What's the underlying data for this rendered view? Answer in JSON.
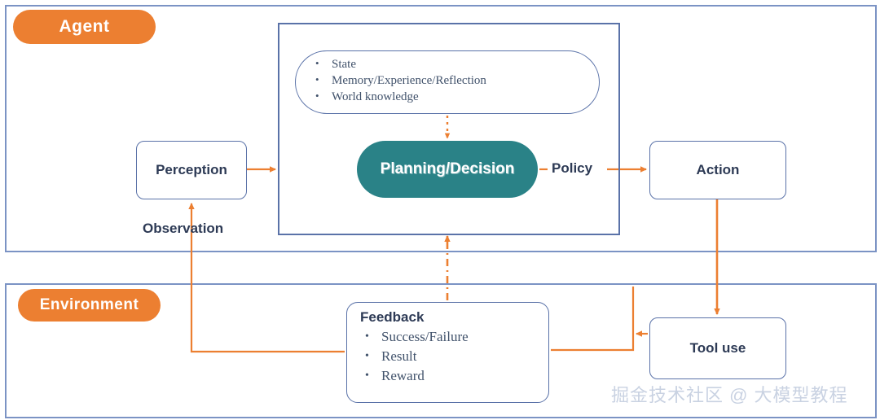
{
  "diagram": {
    "title": "Agent-Environment interaction loop",
    "colors": {
      "orange": "#EC7F31",
      "teal": "#2A8287",
      "frame_blue": "#7b93c4",
      "box_blue": "#5a72a8",
      "text_navy": "#2d3a55",
      "watermark_grey": "#c9d2e2"
    },
    "agent": {
      "pill_label": "Agent",
      "memory_capsule": {
        "items": [
          "State",
          "Memory/Experience/Reflection",
          "World knowledge"
        ]
      },
      "planning_label": "Planning/Decision",
      "perception_label": "Perception",
      "action_label": "Action",
      "policy_label": "Policy",
      "observation_label": "Observation"
    },
    "environment": {
      "pill_label": "Environment",
      "tool_use_label": "Tool use",
      "feedback": {
        "title": "Feedback",
        "items": [
          "Success/Failure",
          "Result",
          "Reward"
        ]
      }
    },
    "watermark": "掘金技术社区 @ 大模型教程",
    "edges": [
      {
        "from": "Perception",
        "to": "Agent inner box",
        "style": "solid-arrow",
        "label": ""
      },
      {
        "from": "Memory capsule",
        "to": "Planning/Decision",
        "style": "dotted-arrow",
        "label": ""
      },
      {
        "from": "Planning/Decision",
        "to": "Action",
        "style": "solid-arrow",
        "label": "Policy"
      },
      {
        "from": "Action",
        "to": "Tool use",
        "style": "solid-arrow",
        "label": ""
      },
      {
        "from": "Tool use",
        "to": "Feedback",
        "style": "solid-arrow",
        "label": ""
      },
      {
        "from": "Feedback",
        "to": "Perception",
        "style": "solid-arrow",
        "label": "Observation"
      },
      {
        "from": "Feedback",
        "to": "Agent inner box",
        "style": "dash-dot-arrow",
        "label": ""
      }
    ]
  }
}
